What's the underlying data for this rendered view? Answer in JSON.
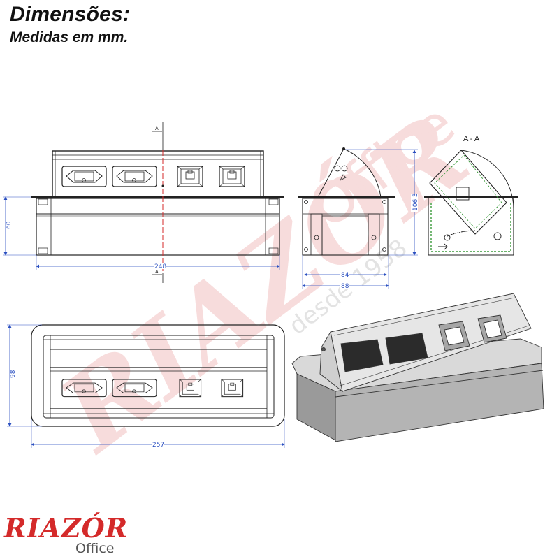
{
  "header": {
    "title": "Dimensões:",
    "subtitle": "Medidas em mm."
  },
  "front_view": {
    "section_marker": "A",
    "height_dim": "60",
    "width_dim": "248"
  },
  "side_view": {
    "inner_width_dim": "84",
    "outer_width_dim": "88",
    "height_dim": "106.3"
  },
  "section_view": {
    "label": "A - A"
  },
  "top_view": {
    "depth_dim": "98",
    "length_dim": "257"
  },
  "watermark": {
    "brand": "RIAZÓR",
    "sub": "Office",
    "since": "desde 1958"
  },
  "logo": {
    "brand": "RIAZÓR",
    "sub": "Office"
  },
  "colors": {
    "dimension": "#2a4fc0",
    "section_line": "#d42a2a",
    "brand": "#d42a2a"
  }
}
